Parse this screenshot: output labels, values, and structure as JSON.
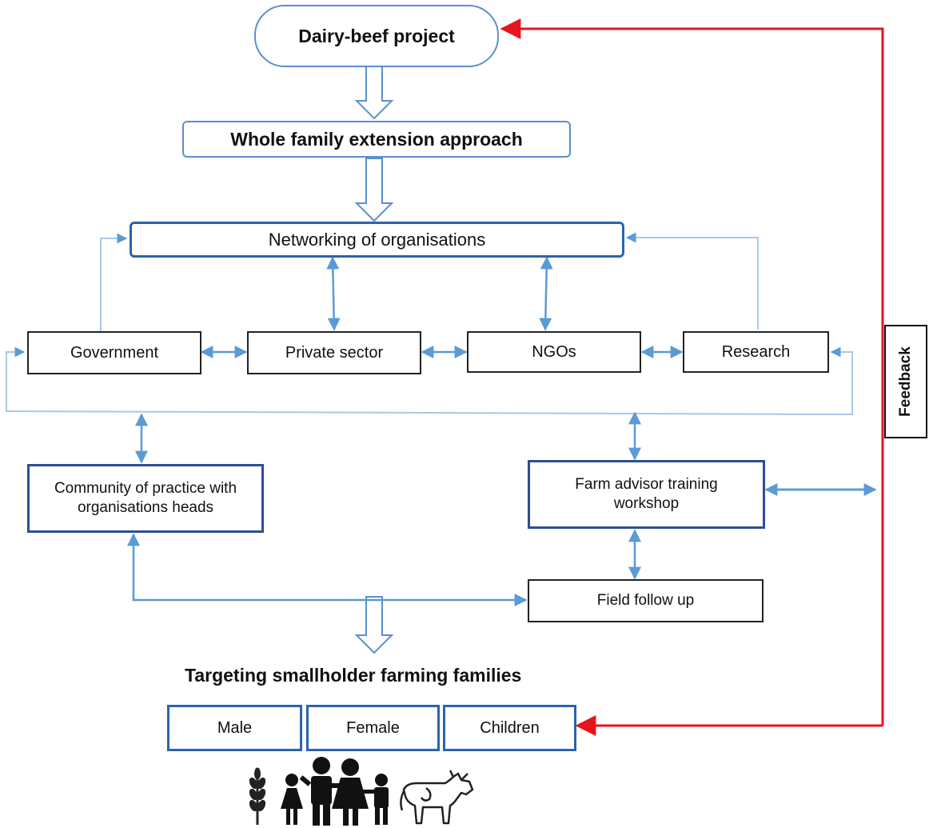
{
  "nodes": {
    "project": "Dairy-beef project",
    "approach": "Whole family extension approach",
    "network": "Networking of organisations",
    "government": "Government",
    "private": "Private sector",
    "ngos": "NGOs",
    "research": "Research",
    "community": "Community of practice with organisations heads",
    "farm_advisor": "Farm advisor training workshop",
    "field": "Field follow up",
    "targeting": "Targeting smallholder farming families",
    "male": "Male",
    "female": "Female",
    "children": "Children",
    "feedback": "Feedback"
  },
  "colors": {
    "flow_arrow": "#5b9bd5",
    "light_line": "#a9c8e8",
    "feedback": "#e8141c",
    "box_blue": "#2c63ad"
  },
  "icons": [
    "wheat-icon",
    "family-icon",
    "cow-icon"
  ]
}
